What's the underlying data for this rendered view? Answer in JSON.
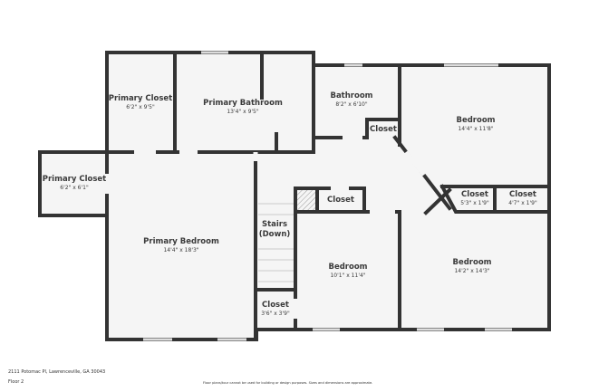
{
  "plan": {
    "rooms": [
      {
        "name": "Primary Closet",
        "dims": "6'2\" x 9'5\""
      },
      {
        "name": "Primary Bathroom",
        "dims": "13'4\" x 9'5\""
      },
      {
        "name": "Bathroom",
        "dims": "8'2\" x 6'10\""
      },
      {
        "name": "Closet",
        "dims": ""
      },
      {
        "name": "Bedroom",
        "dims": "14'4\" x 11'8\""
      },
      {
        "name": "Primary Closet",
        "dims": "6'2\" x 6'1\""
      },
      {
        "name": "Primary Bedroom",
        "dims": "14'4\" x 18'3\""
      },
      {
        "name": "Stairs",
        "dims": "(Down)"
      },
      {
        "name": "Closet",
        "dims": ""
      },
      {
        "name": "Closet",
        "dims": "5'3\" x 1'9\""
      },
      {
        "name": "Closet",
        "dims": "4'7\" x 1'9\""
      },
      {
        "name": "Bedroom",
        "dims": "10'1\" x 11'4\""
      },
      {
        "name": "Bedroom",
        "dims": "14'2\" x 14'3\""
      },
      {
        "name": "Closet",
        "dims": "3'6\" x 3'9\""
      }
    ]
  },
  "footer": {
    "address": "2111 Potomac Pl, Lawrenceville, GA 30043",
    "floor": "Floor 2",
    "disclaimer": "Floor plans/tour cannot be used for building or design purposes. Sizes and dimensions are approximate."
  },
  "colors": {
    "wall": "#333333",
    "floor": "#f5f5f5"
  }
}
